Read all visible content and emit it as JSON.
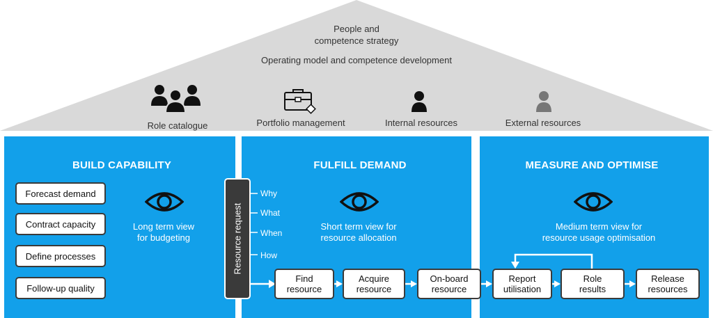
{
  "roof": {
    "strategy": "People and\ncompetence strategy",
    "operating_model": "Operating model and competence development",
    "items": [
      {
        "label": "Role catalogue",
        "icon": "group-icon"
      },
      {
        "label": "Portfolio management",
        "icon": "briefcase-icon"
      },
      {
        "label": "Internal resources",
        "icon": "person-icon"
      },
      {
        "label": "External resources",
        "icon": "person-gray-icon"
      }
    ]
  },
  "build": {
    "title": "BUILD CAPABILITY",
    "boxes": [
      "Forecast demand",
      "Contract capacity",
      "Define processes",
      "Follow-up quality"
    ],
    "view": "Long term view\nfor budgeting"
  },
  "fulfill": {
    "title": "FULFILL DEMAND",
    "request": "Resource request",
    "questions": [
      "Why",
      "What",
      "When",
      "How"
    ],
    "view": "Short term view for\nresource allocation",
    "steps": [
      "Find\nresource",
      "Acquire\nresource",
      "On-board\nresource"
    ]
  },
  "measure": {
    "title": "MEASURE AND OPTIMISE",
    "view": "Medium term view for\nresource usage optimisation",
    "steps": [
      "Report\nutilisation",
      "Role\nresults",
      "Release\nresources"
    ]
  },
  "colors": {
    "pillar": "#12a0ea",
    "roof": "#d9d9d9",
    "dark": "#3a3a3a",
    "gray_person": "#777777"
  }
}
